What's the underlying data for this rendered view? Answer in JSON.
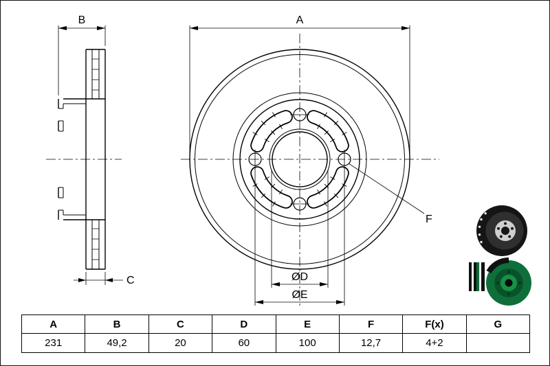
{
  "drawing": {
    "labels": {
      "dim_a": "A",
      "dim_b": "B",
      "dim_c": "C",
      "dim_d": "ØD",
      "dim_e": "ØE",
      "dim_f": "F"
    }
  },
  "spec_table": {
    "headers": [
      "A",
      "B",
      "C",
      "D",
      "E",
      "F",
      "F(x)",
      "G"
    ],
    "values": [
      "231",
      "49,2",
      "20",
      "60",
      "100",
      "12,7",
      "4+2",
      ""
    ]
  },
  "icons": [
    {
      "name": "brake-disc-product-icon",
      "shape": "dark-disc"
    },
    {
      "name": "brake-pad-and-disc-product-icon",
      "shape": "green-disc-with-pad"
    }
  ],
  "colors": {
    "line": "#000000",
    "disc_dark": "#1a1a1a",
    "product_green": "#0d6b38"
  }
}
